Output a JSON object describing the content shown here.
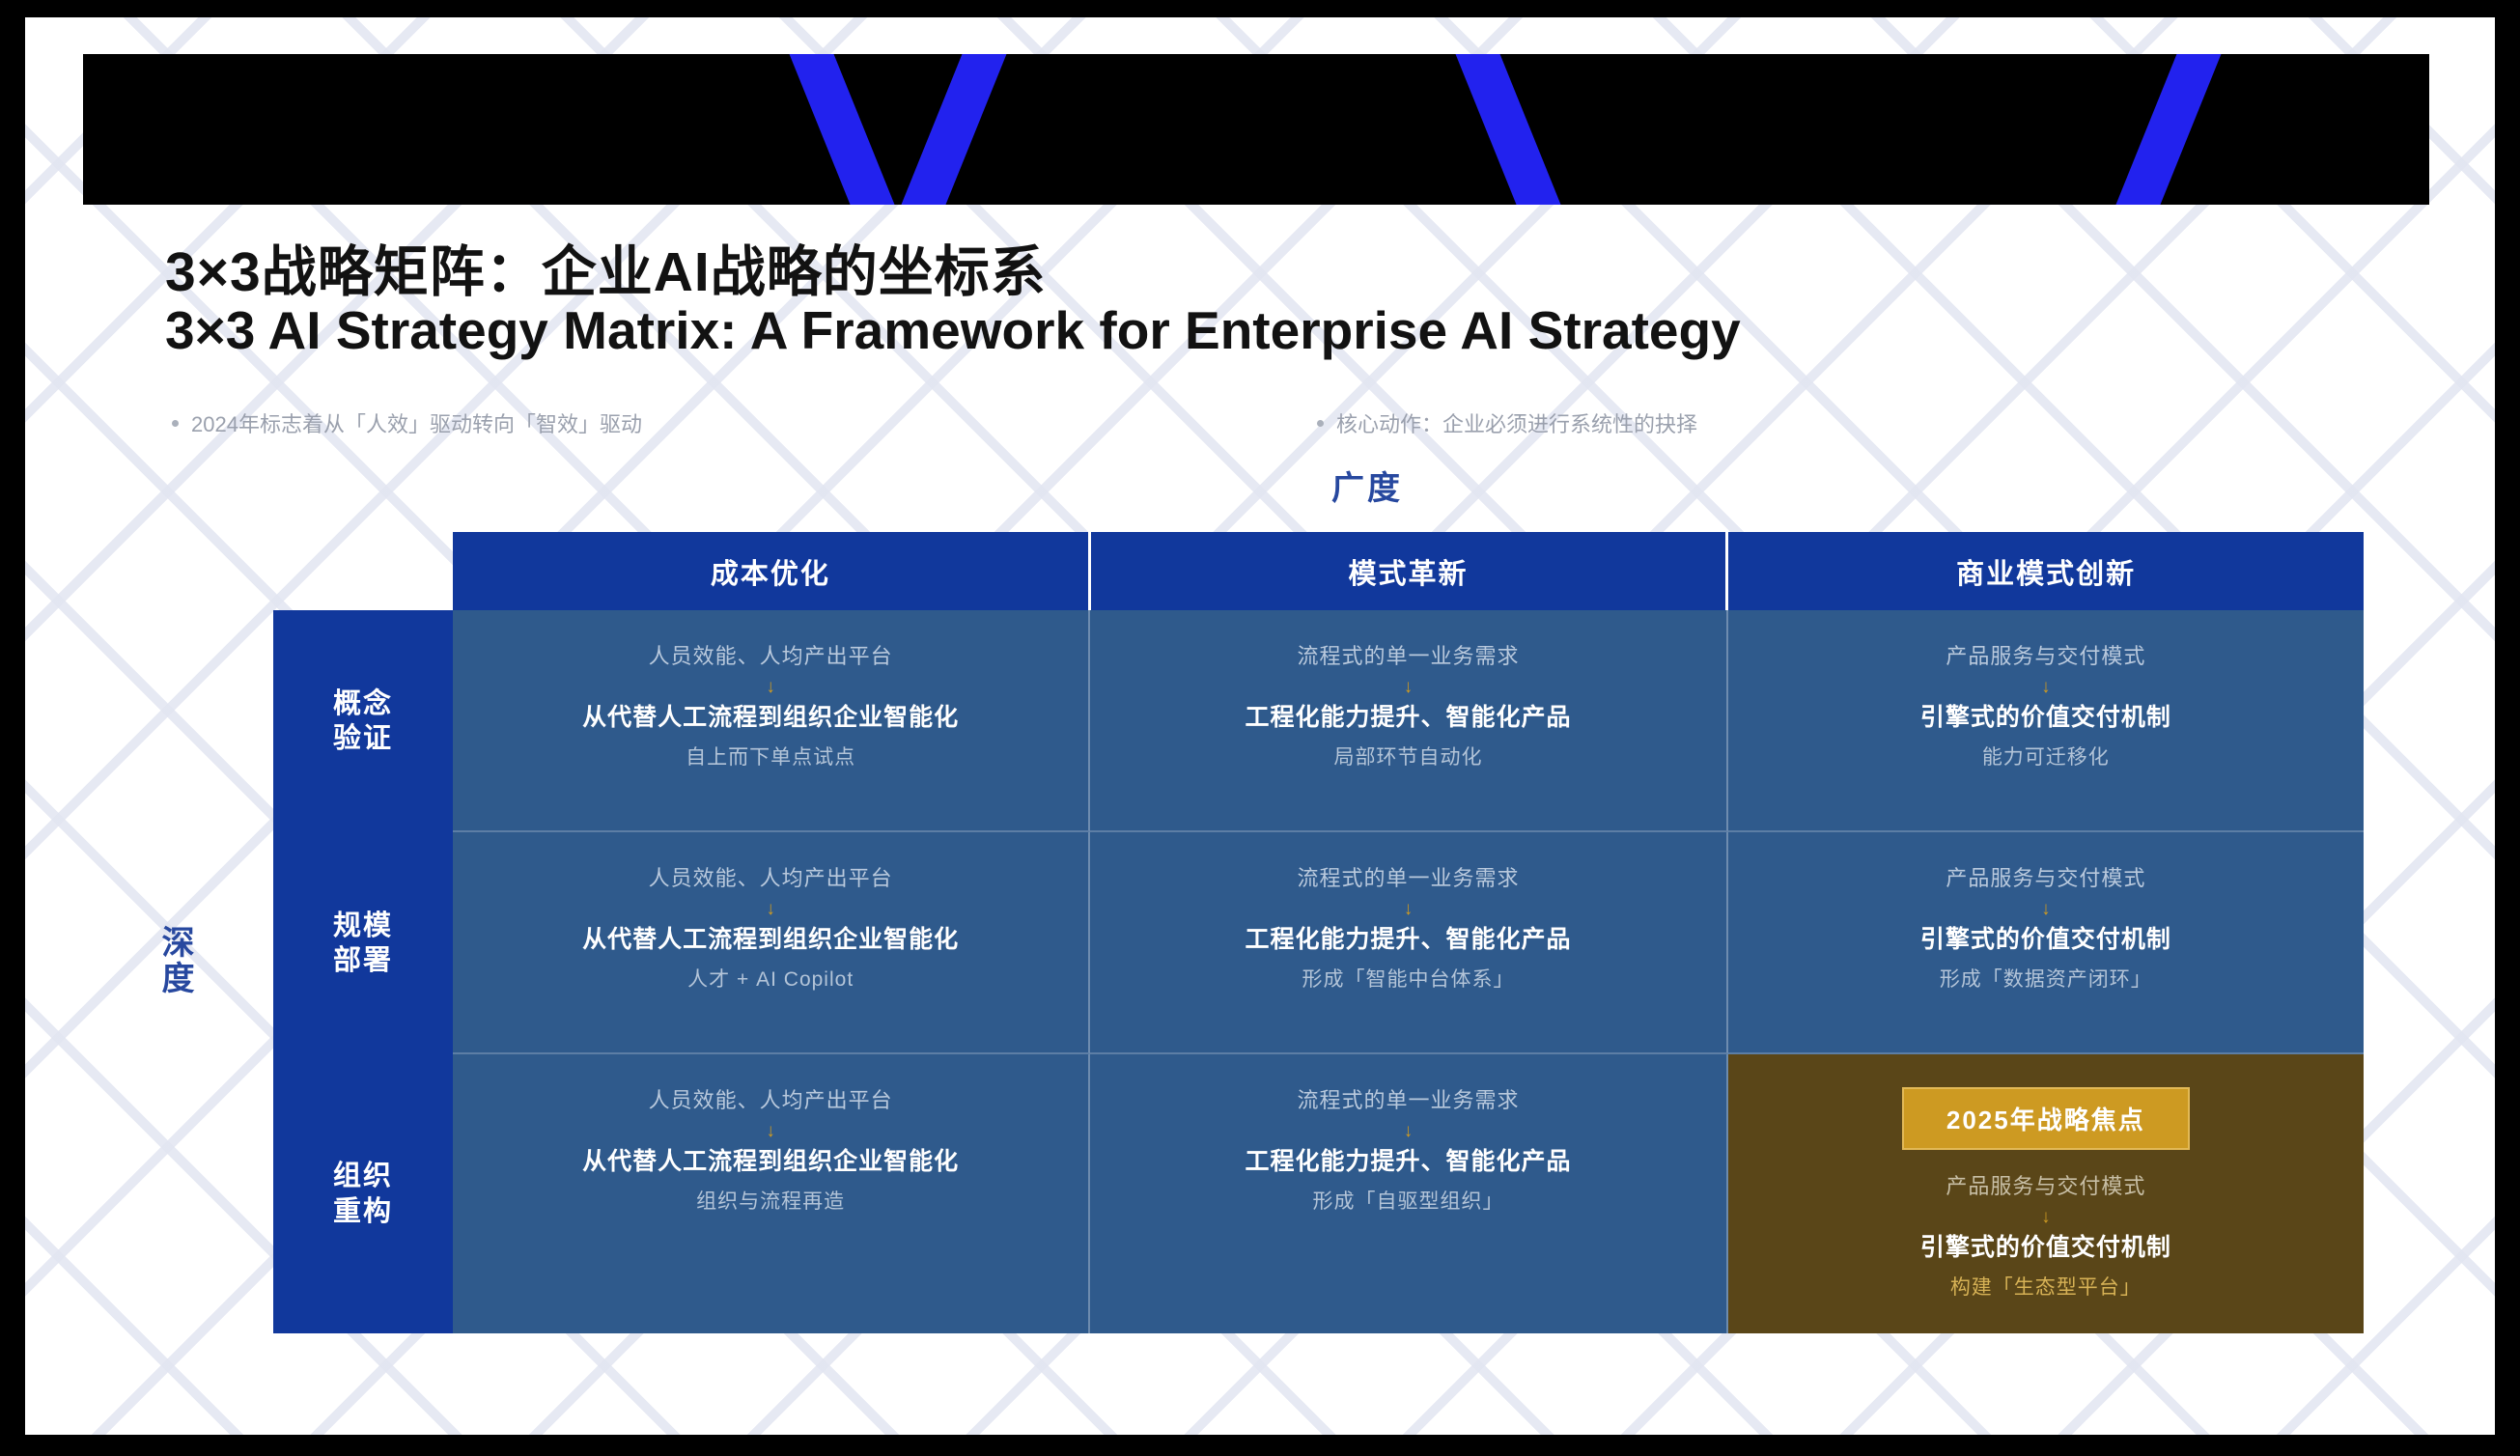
{
  "slide": {
    "title_zh": "3×3战略矩阵：企业AI战略的坐标系",
    "title_en": "3×3 AI Strategy Matrix: A Framework for Enterprise AI Strategy",
    "notes": [
      "2024年标志着从「人效」驱动转向「智效」驱动",
      "核心动作：企业必须进行系统性的抉择"
    ],
    "axis": {
      "x_label": "广度",
      "y_label": "深度"
    },
    "accent_colors": {
      "header_blue": "#11389c",
      "cell_blue": "#2f5a8c",
      "highlight_brown": "#5a4618",
      "badge_gold": "#cd9a22",
      "banner_black": "#000000",
      "chevron_blue": "#2222ee",
      "axis_text": "#27489f"
    }
  },
  "matrix": {
    "columns": [
      "成本优化",
      "模式革新",
      "商业模式创新"
    ],
    "rows": [
      {
        "label_line1": "概念",
        "label_line2": "验证",
        "cells": [
          {
            "top": "人员效能、人均产出平台",
            "arrow": "↓",
            "main": "从代替人工流程到组织企业智能化",
            "sub": "自上而下单点试点",
            "highlight": false,
            "badge": ""
          },
          {
            "top": "流程式的单一业务需求",
            "arrow": "↓",
            "main": "工程化能力提升、智能化产品",
            "sub": "局部环节自动化",
            "highlight": false,
            "badge": ""
          },
          {
            "top": "产品服务与交付模式",
            "arrow": "↓",
            "main": "引擎式的价值交付机制",
            "sub": "能力可迁移化",
            "highlight": false,
            "badge": ""
          }
        ]
      },
      {
        "label_line1": "规模",
        "label_line2": "部署",
        "cells": [
          {
            "top": "人员效能、人均产出平台",
            "arrow": "↓",
            "main": "从代替人工流程到组织企业智能化",
            "sub": "人才 + AI Copilot",
            "highlight": false,
            "badge": ""
          },
          {
            "top": "流程式的单一业务需求",
            "arrow": "↓",
            "main": "工程化能力提升、智能化产品",
            "sub": "形成「智能中台体系」",
            "highlight": false,
            "badge": ""
          },
          {
            "top": "产品服务与交付模式",
            "arrow": "↓",
            "main": "引擎式的价值交付机制",
            "sub": "形成「数据资产闭环」",
            "highlight": false,
            "badge": ""
          }
        ]
      },
      {
        "label_line1": "组织",
        "label_line2": "重构",
        "cells": [
          {
            "top": "人员效能、人均产出平台",
            "arrow": "↓",
            "main": "从代替人工流程到组织企业智能化",
            "sub": "组织与流程再造",
            "highlight": false,
            "badge": ""
          },
          {
            "top": "流程式的单一业务需求",
            "arrow": "↓",
            "main": "工程化能力提升、智能化产品",
            "sub": "形成「自驱型组织」",
            "highlight": false,
            "badge": ""
          },
          {
            "top": "产品服务与交付模式",
            "arrow": "↓",
            "main": "引擎式的价值交付机制",
            "sub": "构建「生态型平台」",
            "highlight": true,
            "badge": "2025年战略焦点"
          }
        ]
      }
    ]
  }
}
